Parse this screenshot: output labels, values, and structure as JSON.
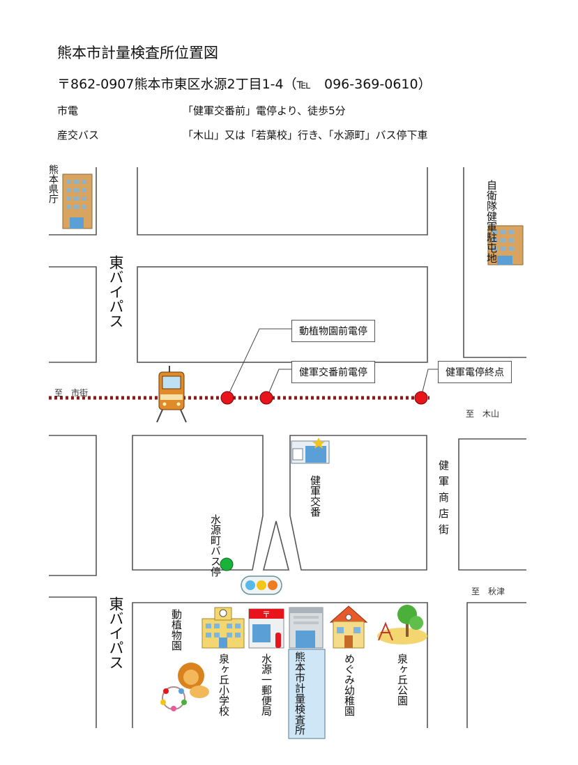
{
  "header": {
    "title": "熊本市計量検査所位置図",
    "address": "〒862-0907熊本市東区水源2丁目1-4（℡　096-369-0610）",
    "route1_mode": "市電",
    "route1_text": "「健軍交番前」電停より、徒歩5分",
    "route2_mode": "産交バス",
    "route2_text": "「木山」又は「若葉校」行き、「水源町」バス停下車"
  },
  "map": {
    "prefecture_office": "熊本県庁",
    "sdf_base": "自衛隊健軍駐屯地",
    "bypass_north": "東バイパス",
    "bypass_south": "東バイパス",
    "stop_zoo": "動植物園前電停",
    "stop_kengun_koban": "健軍交番前電停",
    "stop_kengun_terminal": "健軍電停終点",
    "to_city": "至　市街",
    "to_kiyama": "至　木山",
    "to_akitsu": "至　秋津",
    "police_box": "健軍交番",
    "shopping_street": "健軍商店街",
    "bus_stop": "水源町バス停",
    "zoo": "動植物園",
    "school": "泉ヶ丘小学校",
    "post_office": "水源一郵便局",
    "inspection_office": "熊本市計量検査所",
    "kindergarten": "めぐみ幼稚園",
    "park": "泉ヶ丘公園"
  },
  "colors": {
    "tram_line": "#8b1a1a",
    "stop_dot": "#e8141b",
    "bus_stop": "#19b33a",
    "highlight": "#cfe6f7",
    "roads": "#444444"
  },
  "icons": [
    "building-icon",
    "tram-icon",
    "police-box-icon",
    "school-icon",
    "post-office-icon",
    "office-icon",
    "kindergarten-icon",
    "park-icon",
    "lion-icon",
    "traffic-light-icon"
  ]
}
